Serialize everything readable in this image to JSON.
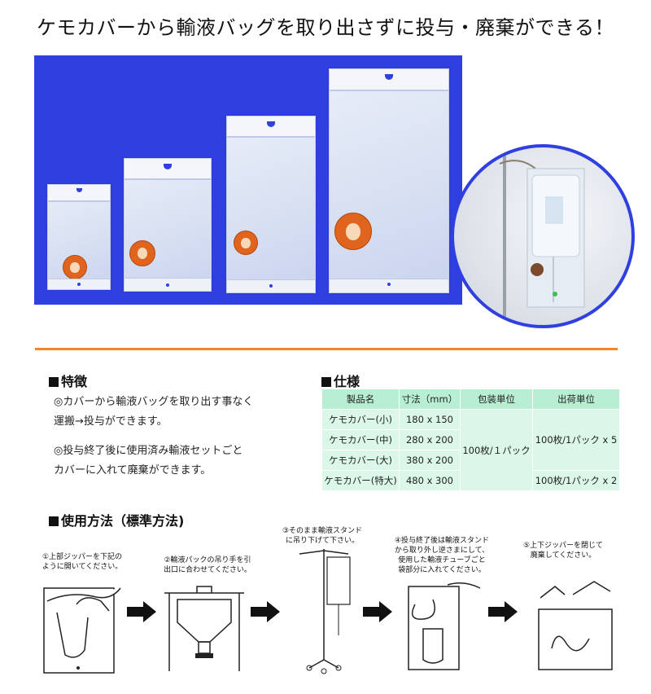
{
  "headline": "ケモカバーから輸液バッグを取り出さずに投与・廃棄ができる！",
  "features": {
    "title": "特徴",
    "lines": [
      "◎カバーから輸液バッグを取り出す事なく",
      "運搬→投与ができます。",
      "◎投与終了後に使用済み輸液セットごと",
      "カバーに入れて廃棄ができます。"
    ]
  },
  "specs": {
    "title": "仕様",
    "headers": [
      "製品名",
      "寸法（mm）",
      "包装単位",
      "出荷単位"
    ],
    "rows": [
      {
        "name": "ケモカバー(小)",
        "size": "180 x 150"
      },
      {
        "name": "ケモカバー(中)",
        "size": "280 x 200"
      },
      {
        "name": "ケモカバー(大)",
        "size": "380 x 200"
      },
      {
        "name": "ケモカバー(特大)",
        "size": "480 x 300"
      }
    ],
    "packing_unit": "100枚/１パック",
    "shipping_unit_1": "100枚/1パック x 5",
    "shipping_unit_2": "100枚/1パック x 2"
  },
  "usage": {
    "title": "使用方法（標準方法)",
    "steps": [
      "①上部ジッパーを下記の\nように開いてください。",
      "②輸液パックの吊り手を引\n出口に合わせてください。",
      "③そのまま輸液スタンド\nに吊り下げて下さい。",
      "④投与終了後は輸液スタンド\nから取り外し逆さまにして、\n使用した輸液チューブごと\n袋部分に入れてください。",
      "⑤上下ジッパーを閉じて\n廃棄してください。"
    ]
  },
  "colors": {
    "photo_background": "#2f3fe0",
    "divider": "#f2862a",
    "table_header": "#b8efd4",
    "table_cell": "#daf7e8"
  }
}
